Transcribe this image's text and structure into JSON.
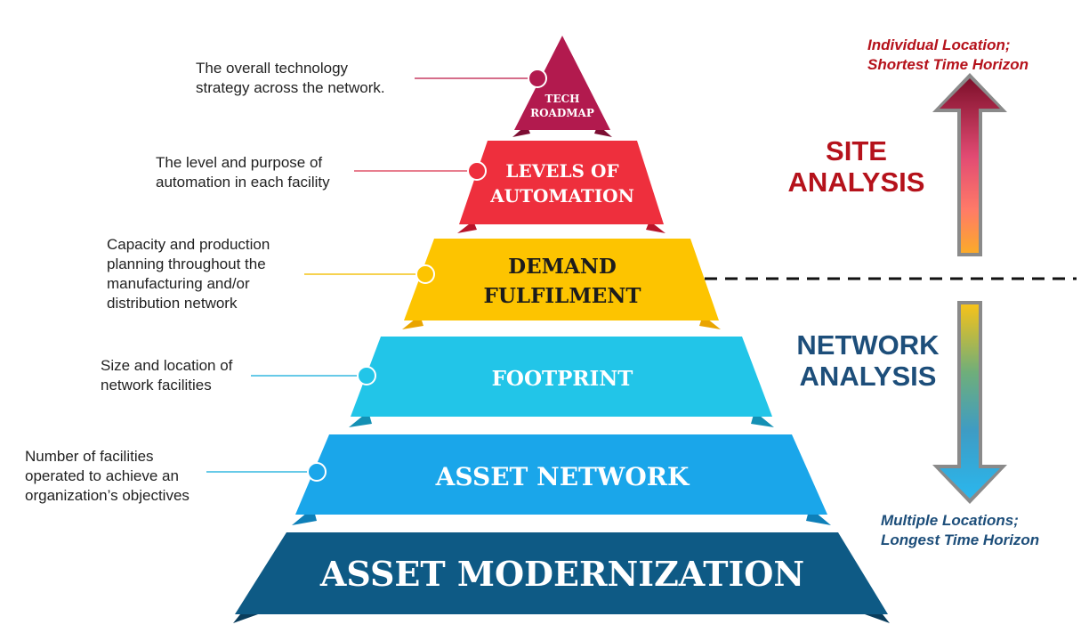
{
  "pyramid": {
    "levels": [
      {
        "id": "tech-roadmap",
        "lines": [
          "TECH",
          "ROADMAP"
        ],
        "color": "#b21a4e",
        "description": [
          "The overall technology",
          "strategy across the network."
        ]
      },
      {
        "id": "levels-of-automation",
        "lines": [
          "LEVELS OF",
          "AUTOMATION"
        ],
        "color": "#ee2f3d",
        "description": [
          "The level and purpose of",
          "automation in each facility"
        ]
      },
      {
        "id": "demand-fulfilment",
        "lines": [
          "DEMAND",
          "FULFILMENT"
        ],
        "color": "#fdc400",
        "description": [
          "Capacity and production",
          "planning  throughout the",
          "manufacturing and/or",
          "distribution network"
        ]
      },
      {
        "id": "footprint",
        "lines": [
          "FOOTPRINT"
        ],
        "color": "#22c5e8",
        "description": [
          "Size and location of",
          "network facilities"
        ]
      },
      {
        "id": "asset-network",
        "lines": [
          "ASSET NETWORK"
        ],
        "color": "#1aa6ea",
        "description": [
          "Number of facilities",
          "operated to achieve an",
          "organization’s objectives"
        ]
      },
      {
        "id": "asset-modernization",
        "lines": [
          "ASSET MODERNIZATION"
        ],
        "color": "#0e5a85",
        "description": []
      }
    ]
  },
  "side": {
    "site_analysis": [
      "SITE",
      "ANALYSIS"
    ],
    "network_analysis": [
      "NETWORK",
      "ANALYSIS"
    ],
    "top_note": [
      "Individual Location;",
      "Shortest Time Horizon"
    ],
    "bottom_note": [
      "Multiple Locations;",
      "Longest Time Horizon"
    ]
  },
  "colors": {
    "site_red": "#b5121b",
    "network_blue": "#1d4e7a",
    "leader_red": "#e0536a",
    "leader_yellow": "#f3c316",
    "leader_blue": "#35b9e0"
  }
}
